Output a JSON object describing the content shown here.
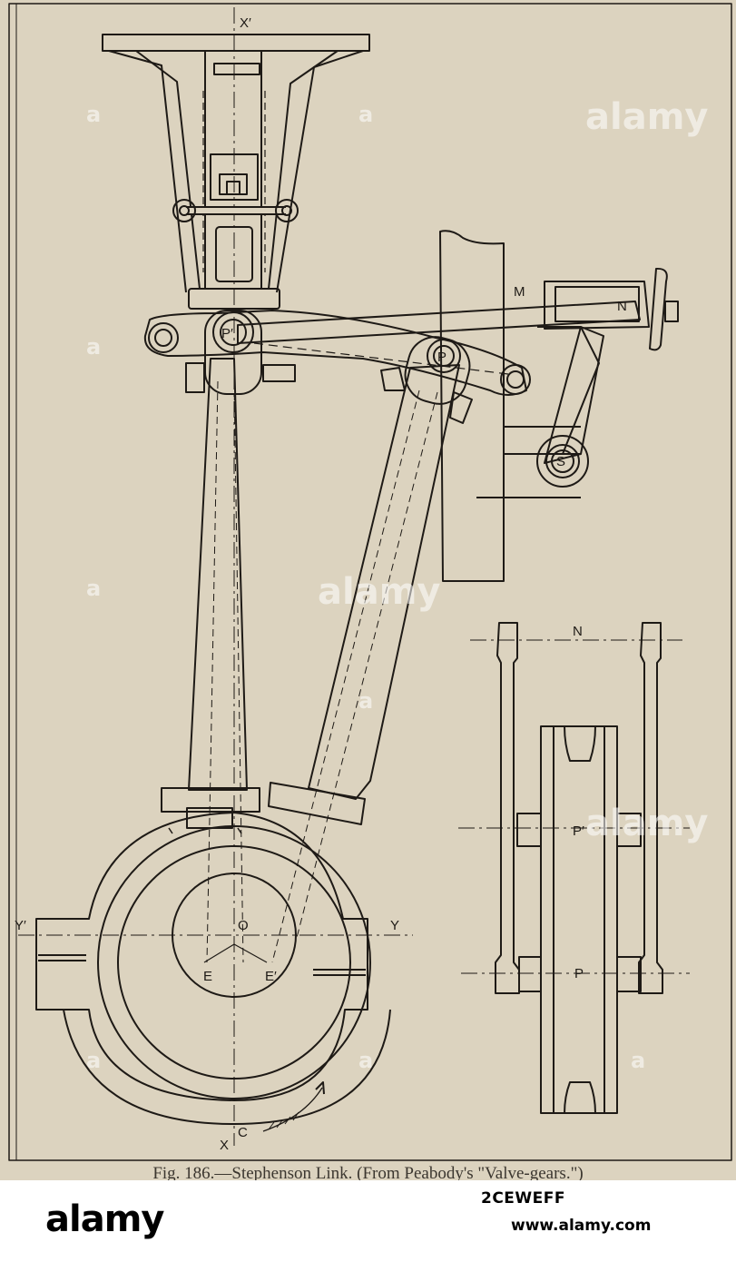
{
  "figure": {
    "caption": "Fig. 186.—Stephenson Link. (From Peabody's \"Valve-gears.\")",
    "labels": {
      "x_prime": "X′",
      "x": "X",
      "y_prime": "Y′",
      "y": "Y",
      "m": "M",
      "n": "N",
      "n_side": "N",
      "p_prime": "P′",
      "p": "P",
      "p_side": "P",
      "p_prime_side": "P′",
      "s": "S",
      "o": "O",
      "e": "E",
      "e_prime": "E′",
      "c": "C"
    }
  },
  "watermark": {
    "text": "alamy",
    "letter": "a"
  },
  "footer": {
    "logo": "alamy",
    "image_id": "2CEWEFF",
    "url": "www.alamy.com"
  },
  "colors": {
    "paper": "#dcd3bf",
    "ink": "#1e1a16",
    "footer_bg": "#ffffff"
  }
}
